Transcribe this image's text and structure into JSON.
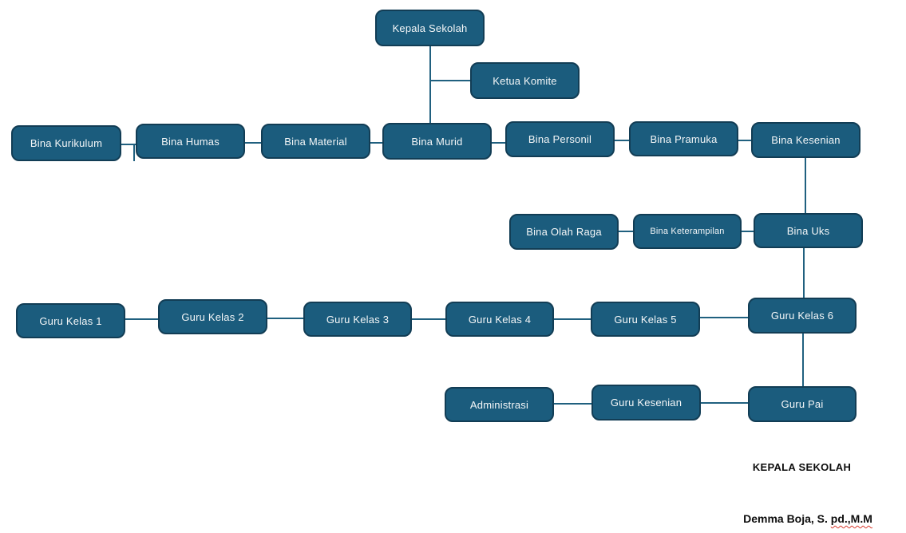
{
  "diagram": {
    "type": "org-chart",
    "nodes": [
      {
        "id": "kepala-sekolah",
        "label": "Kepala Sekolah"
      },
      {
        "id": "ketua-komite",
        "label": "Ketua Komite"
      },
      {
        "id": "bina-kurikulum",
        "label": "Bina Kurikulum"
      },
      {
        "id": "bina-humas",
        "label": "Bina Humas"
      },
      {
        "id": "bina-material",
        "label": "Bina Material"
      },
      {
        "id": "bina-murid",
        "label": "Bina Murid"
      },
      {
        "id": "bina-personil",
        "label": "Bina Personil"
      },
      {
        "id": "bina-pramuka",
        "label": "Bina Pramuka"
      },
      {
        "id": "bina-kesenian",
        "label": "Bina Kesenian"
      },
      {
        "id": "bina-olah-raga",
        "label": "Bina Olah Raga"
      },
      {
        "id": "bina-keterampilan",
        "label": "Bina Keterampilan"
      },
      {
        "id": "bina-uks",
        "label": "Bina Uks"
      },
      {
        "id": "guru-kelas-1",
        "label": "Guru Kelas 1"
      },
      {
        "id": "guru-kelas-2",
        "label": "Guru Kelas 2"
      },
      {
        "id": "guru-kelas-3",
        "label": "Guru Kelas 3"
      },
      {
        "id": "guru-kelas-4",
        "label": "Guru Kelas 4"
      },
      {
        "id": "guru-kelas-5",
        "label": "Guru Kelas 5"
      },
      {
        "id": "guru-kelas-6",
        "label": "Guru Kelas 6"
      },
      {
        "id": "administrasi",
        "label": "Administrasi"
      },
      {
        "id": "guru-kesenian",
        "label": "Guru Kesenian"
      },
      {
        "id": "guru-pai",
        "label": "Guru Pai"
      }
    ],
    "footer": {
      "heading": "KEPALA SEKOLAH",
      "signature_prefix": "Demma Boja, S. ",
      "signature_flagged": "pd.,M.M"
    },
    "colors": {
      "node_fill": "#1b5c7d",
      "node_border": "#123d55",
      "node_text": "#f5f7f8",
      "connector": "#20607f",
      "misspell_underline": "#d83a2e",
      "footer_text": "#0d0d0d"
    }
  }
}
